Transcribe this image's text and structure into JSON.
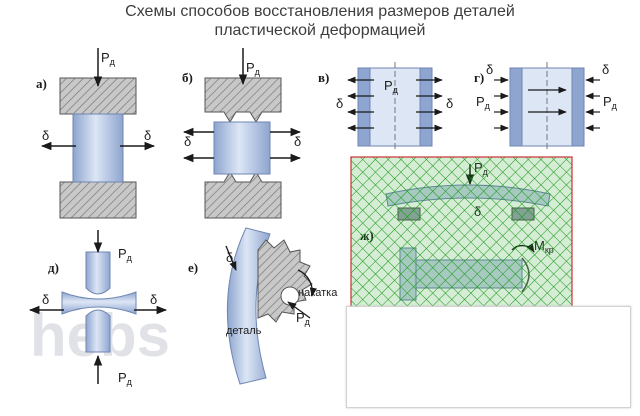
{
  "title": {
    "line1": "Схемы способов восстановления размеров деталей",
    "line2": "пластической деформацией"
  },
  "labels": {
    "a": "а)",
    "b": "б)",
    "v": "в)",
    "g": "г)",
    "d": "д)",
    "e": "е)",
    "zh": "ж)"
  },
  "symbols": {
    "force": "P",
    "force_sub": "д",
    "delta": "δ",
    "moment": "M",
    "moment_sub": "кр"
  },
  "annotations": {
    "knurl": "накатка",
    "part": "деталь"
  },
  "watermark": "hebs",
  "colors": {
    "part_fill": "#b8c8e2",
    "part_edge": "#6f86b3",
    "hatch_fill": "#bfbfbf",
    "overlay_green": "#149614",
    "overlay_border": "#c83232",
    "arrow": "#1a1a1a"
  }
}
